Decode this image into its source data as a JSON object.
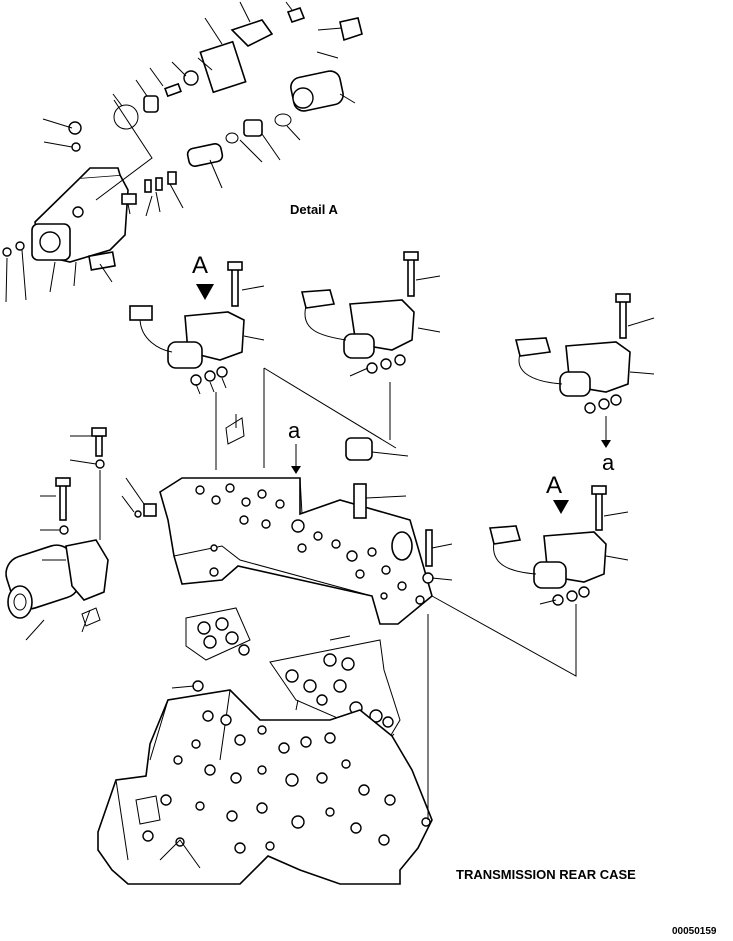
{
  "labels": {
    "detail": "Detail A",
    "rear_case": "TRANSMISSION REAR CASE",
    "drawing_number": "00050159",
    "callout_A": "A",
    "callout_a": "a"
  },
  "colors": {
    "ink": "#000000",
    "paper": "#ffffff"
  }
}
